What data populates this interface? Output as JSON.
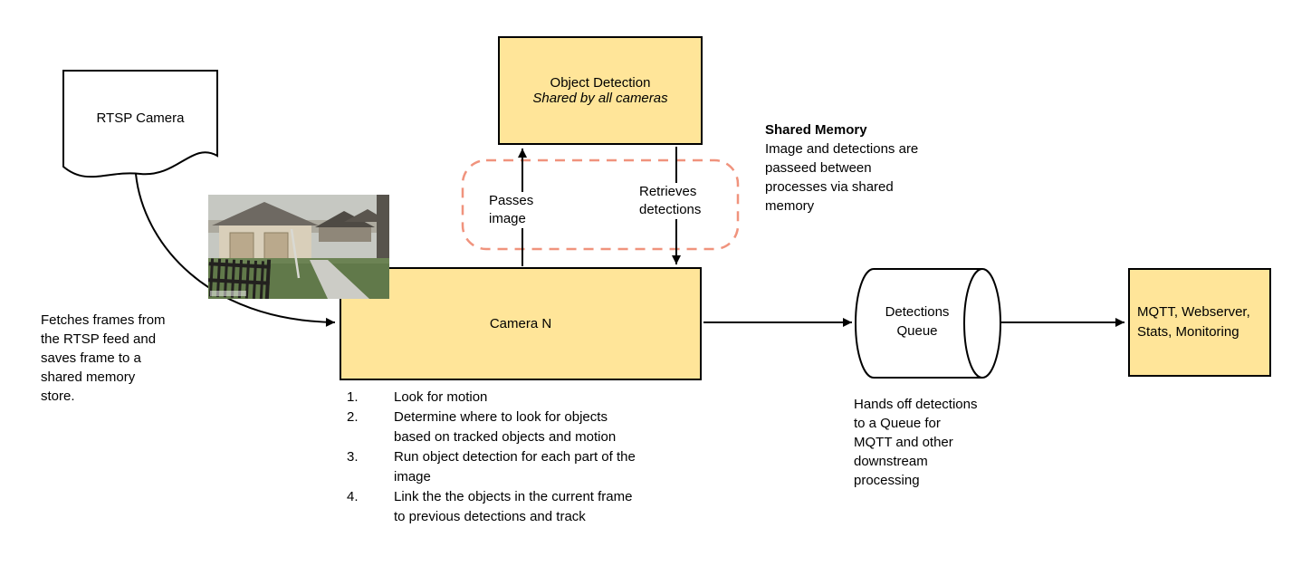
{
  "colors": {
    "node_fill": "#FFE599",
    "node_border": "#000000",
    "shared_memory_outline": "#F0937D",
    "connector": "#000000"
  },
  "nodes": {
    "rtsp_camera": {
      "label": "RTSP Camera"
    },
    "object_detection": {
      "title": "Object Detection",
      "subtitle": "Shared by all cameras"
    },
    "camera_n": {
      "label": "Camera N"
    },
    "detections_queue": {
      "label_lines": [
        "Detections",
        "Queue"
      ]
    },
    "outputs": {
      "label_lines": [
        "MQTT, Webserver,",
        "Stats, Monitoring"
      ]
    }
  },
  "edges": {
    "passes_image": {
      "label_lines": [
        "Passes",
        "image"
      ]
    },
    "retrieves_detections": {
      "label_lines": [
        "Retrieves",
        "detections"
      ]
    }
  },
  "annotations": {
    "fetch_note_lines": [
      "Fetches frames from",
      "the RTSP feed and",
      "saves frame to a",
      "shared memory",
      "store."
    ],
    "shared_memory_title": "Shared Memory",
    "shared_memory_lines": [
      "Image and detections are",
      "passeed between",
      "processes via shared",
      "memory"
    ],
    "handoff_lines": [
      "Hands off detections",
      "to a Queue for",
      "MQTT and other",
      "downstream",
      "processing"
    ],
    "camera_steps": [
      {
        "num": "1.",
        "lines": [
          "Look for motion"
        ]
      },
      {
        "num": "2.",
        "lines": [
          "Determine where to look for objects",
          "based on tracked objects and motion"
        ]
      },
      {
        "num": "3.",
        "lines": [
          "Run object detection for each part of the",
          "image"
        ]
      },
      {
        "num": "4.",
        "lines": [
          "Link the the objects in the current frame",
          "to previous detections and track"
        ]
      }
    ]
  }
}
